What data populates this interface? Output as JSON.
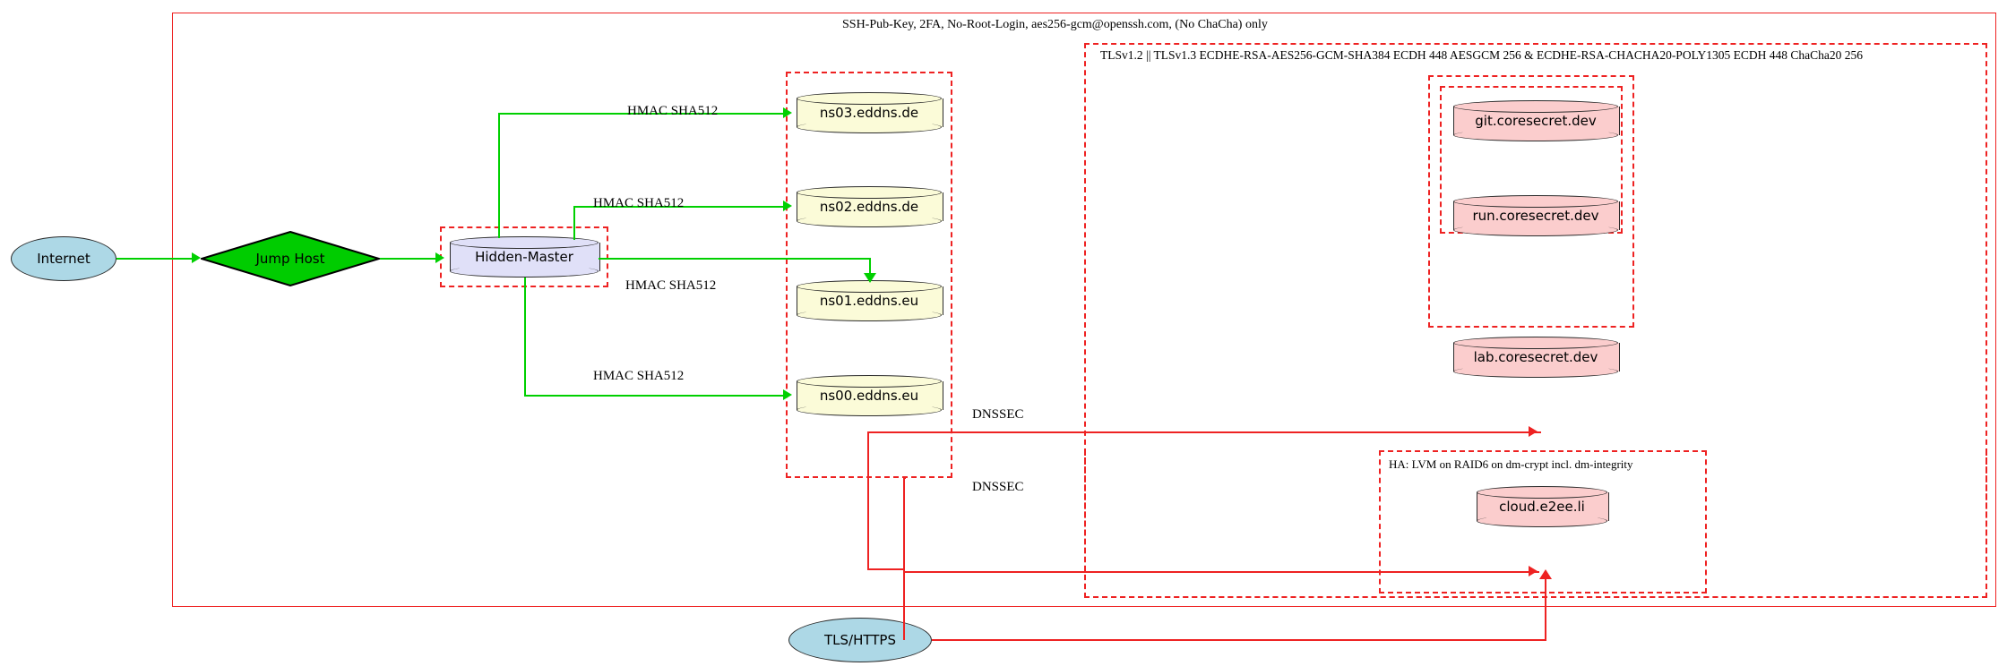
{
  "diagram": {
    "title_label": "SSH-Pub-Key, 2FA, No-Root-Login, aes256-gcm@openssh.com, (No ChaCha) only",
    "tls_cluster_label": "TLSv1.2 || TLSv1.3 ECDHE-RSA-AES256-GCM-SHA384 ECDH 448 AESGCM 256 & ECDHE-RSA-CHACHA20-POLY1305 ECDH 448 ChaCha20 256",
    "ha_cluster_label": "HA: LVM on RAID6 on dm-crypt incl. dm-integrity"
  },
  "nodes": {
    "internet": "Internet",
    "jump_host": "Jump Host",
    "hidden_master": "Hidden-Master",
    "ns03": "ns03.eddns.de",
    "ns02": "ns02.eddns.de",
    "ns01": "ns01.eddns.eu",
    "ns00": "ns00.eddns.eu",
    "git": "git.coresecret.dev",
    "run": "run.coresecret.dev",
    "lab": "lab.coresecret.dev",
    "cloud": "cloud.e2ee.li",
    "tls_https": "TLS/HTTPS"
  },
  "edges": {
    "hmac_ns03": "HMAC SHA512",
    "hmac_ns02": "HMAC SHA512",
    "hmac_ns01": "HMAC SHA512",
    "hmac_ns00": "HMAC SHA512",
    "dnssec_1": "DNSSEC",
    "dnssec_2": "DNSSEC"
  },
  "colors": {
    "edge_green": "#00d000",
    "edge_red": "#ee2222",
    "node_blue": "#add8e6",
    "node_green": "#00cc00",
    "node_lavender": "#e0e0f8",
    "node_yellow": "#fbfbd8",
    "node_pink": "#fbcdcd"
  }
}
